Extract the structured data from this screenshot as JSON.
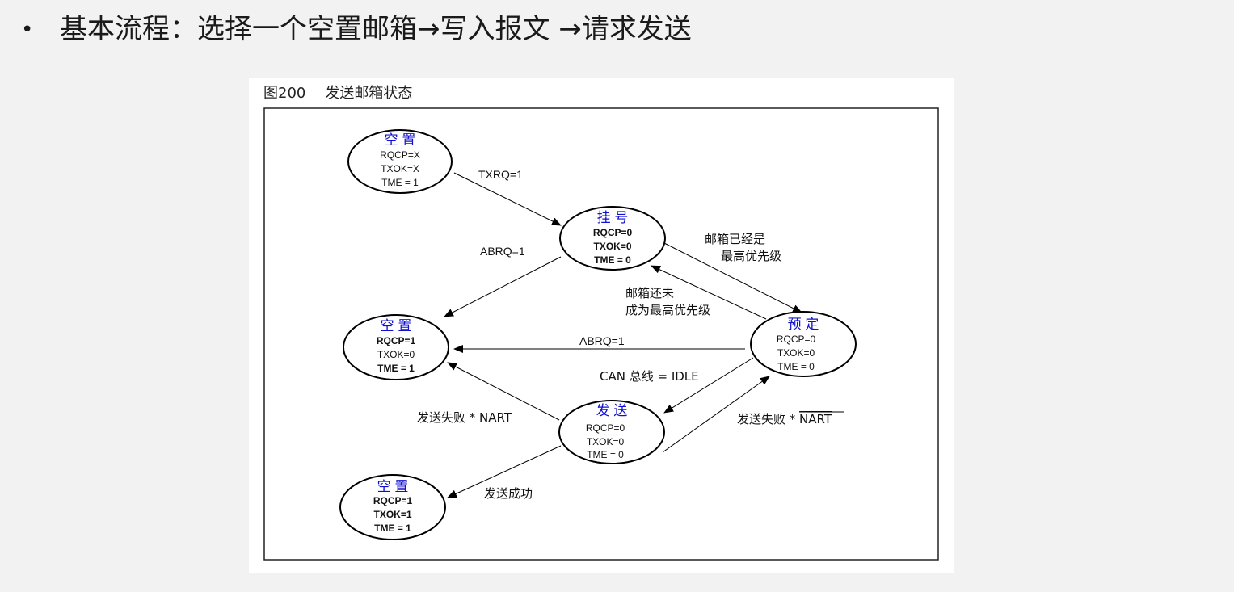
{
  "bullet": {
    "text": "基本流程：选择一个空置邮箱→写入报文 →请求发送"
  },
  "figure": {
    "number": "图200",
    "title": "发送邮箱状态"
  },
  "states": {
    "empty_initial": {
      "title": "空 置",
      "f1": "RQCP=X",
      "f2": "TXOK=X",
      "f3": "TME = 1"
    },
    "pending": {
      "title": "挂 号",
      "f1": "RQCP=0",
      "f2": "TXOK=0",
      "f3": "TME = 0"
    },
    "empty_abort": {
      "title": "空 置",
      "f1": "RQCP=1",
      "f2": "TXOK=0",
      "f3": "TME = 1"
    },
    "scheduled": {
      "title": "预 定",
      "f1": "RQCP=0",
      "f2": "TXOK=0",
      "f3": "TME = 0"
    },
    "transmit": {
      "title": "发 送",
      "f1": "RQCP=0",
      "f2": "TXOK=0",
      "f3": "TME = 0"
    },
    "empty_success": {
      "title": "空 置",
      "f1": "RQCP=1",
      "f2": "TXOK=1",
      "f3": "TME = 1"
    }
  },
  "transitions": {
    "txrq": "TXRQ=1",
    "abrq_pending": "ABRQ=1",
    "highest_l1": "邮箱已经是",
    "highest_l2": "最高优先级",
    "not_highest_l1": "邮箱还未",
    "not_highest_l2": "成为最高优先级",
    "abrq_scheduled": "ABRQ=1",
    "can_idle": "CAN 总线 = IDLE",
    "fail_nart": "发送失败 * NART",
    "fail_not_nart_prefix": "发送失败 * ",
    "fail_not_nart_overline": "NART",
    "success": "发送成功"
  }
}
